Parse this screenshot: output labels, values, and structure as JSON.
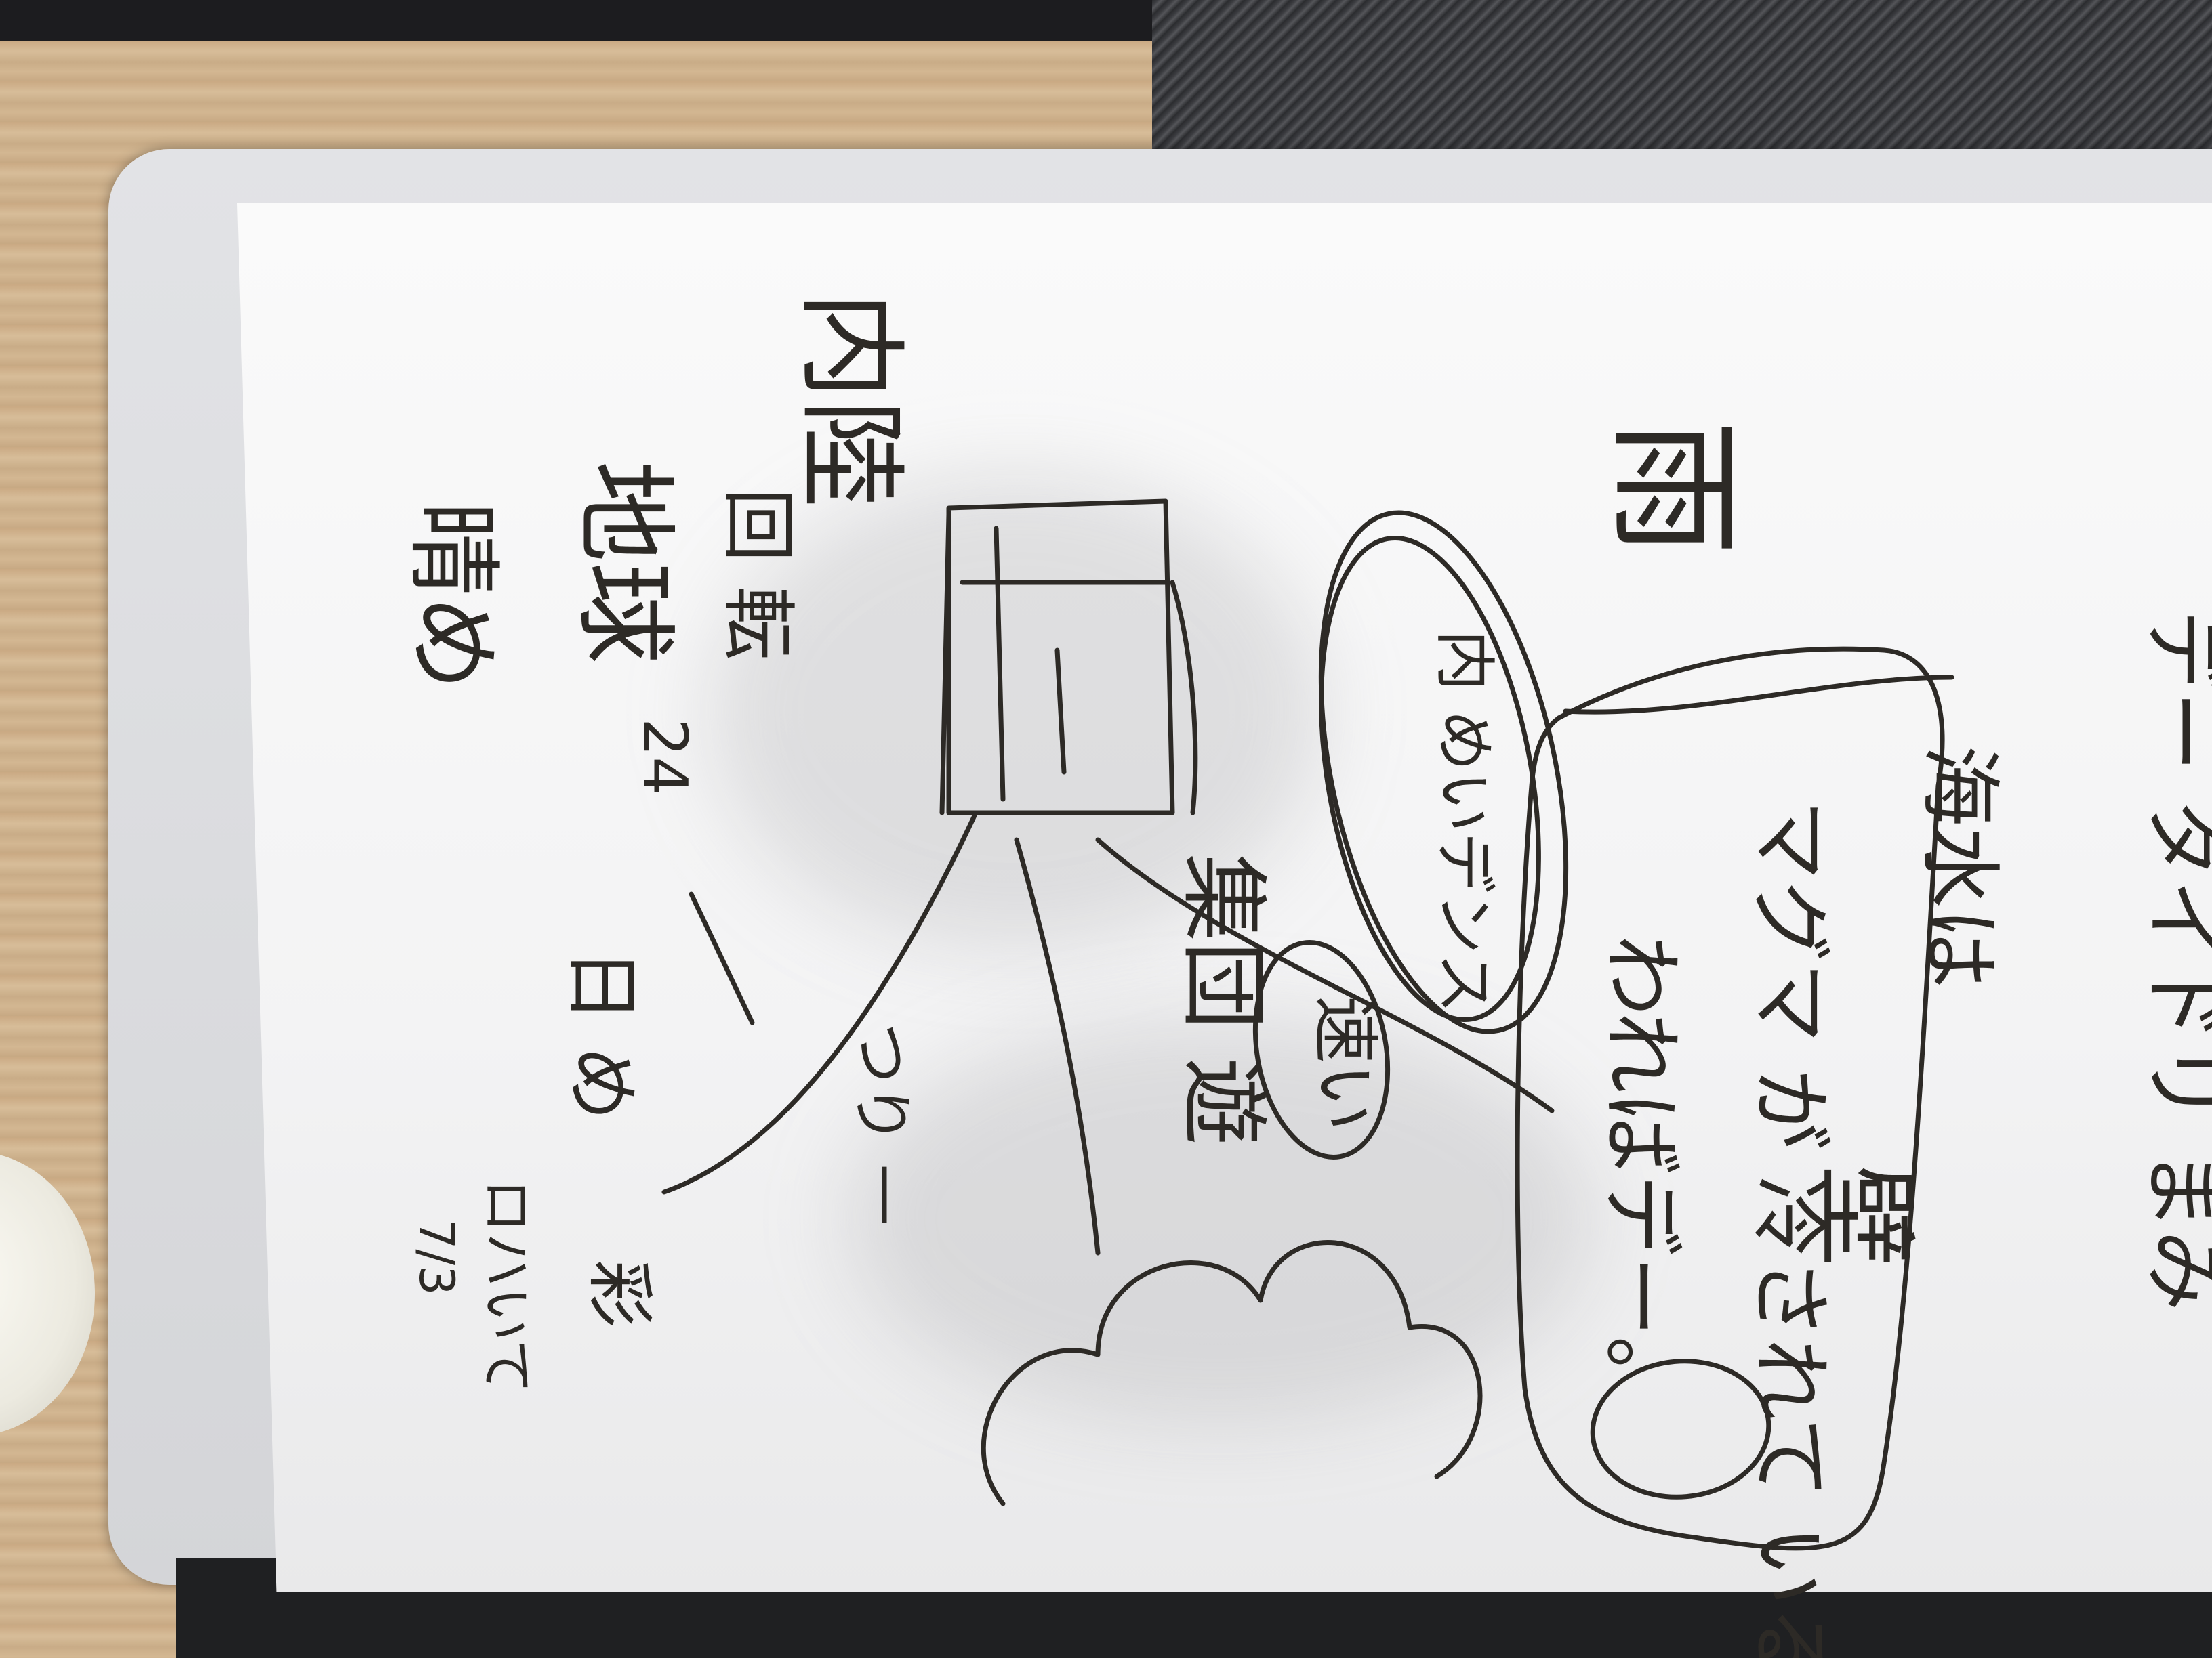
{
  "photo": {
    "subject": "handwritten-note-on-paper",
    "ink_color": "#2d2a26",
    "paper_color": "#f7f7f7",
    "desk_color": "#cfb38d"
  },
  "notes": {
    "heading": "デー タイドリ まみ",
    "line1": "海水は",
    "line2": "マグマ が 冷されて いる",
    "line3": "わればデー。",
    "label_kabe": "壁",
    "label_ame": "雨",
    "label_bubble": "内 めいデンス",
    "label_hayai": "速い",
    "label_shuudan": "集団 遊",
    "label_tsuri": "つり 一",
    "label_kunai": "内陸",
    "label_kaiyou": "回 転",
    "label_24": "24",
    "label_chi": "地球",
    "label_nichi": "日 め",
    "label_mae": "晴め",
    "label_date": "7/3",
    "label_sign": "ロハいて",
    "label_sign2": "彩"
  }
}
